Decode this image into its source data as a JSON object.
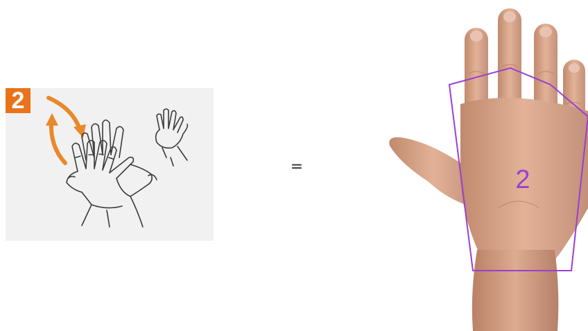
{
  "step": {
    "number": "2",
    "badge_color": "#e8731a"
  },
  "arrow_color": "#e8892a",
  "equals_text": "=",
  "zone": {
    "label": "2",
    "outline_color": "#9b3fd0"
  },
  "images": {
    "illustration_icon": "hands-rubbing-backs-icon",
    "photo_icon": "hand-back-photo"
  }
}
